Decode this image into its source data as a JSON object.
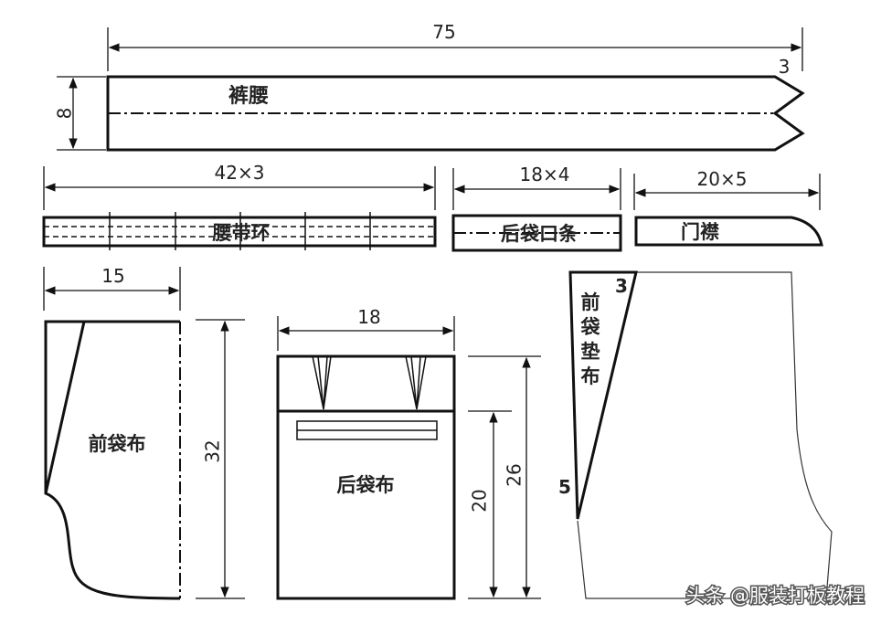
{
  "pieces": {
    "waistband": {
      "label": "裤腰",
      "dim_length": "75",
      "dim_height": "8",
      "dim_tip": "3"
    },
    "belt_loop": {
      "label": "腰带环",
      "dim_length": "42×3"
    },
    "back_pocket_welt": {
      "label": "后袋口条",
      "dim_length": "18×4"
    },
    "fly": {
      "label": "门襟",
      "dim_length": "20×5"
    },
    "front_pocket_bag": {
      "label": "前袋布",
      "dim_width": "15",
      "dim_height": "32"
    },
    "back_pocket_bag": {
      "label": "后袋布",
      "dim_width": "18",
      "dim_inner": "20",
      "dim_outer": "26"
    },
    "front_pocket_facing": {
      "label_chars": [
        "前",
        "袋",
        "垫",
        "布"
      ],
      "dim_top": "3",
      "dim_side": "5"
    }
  },
  "watermark": "头条 @服装打板教程"
}
